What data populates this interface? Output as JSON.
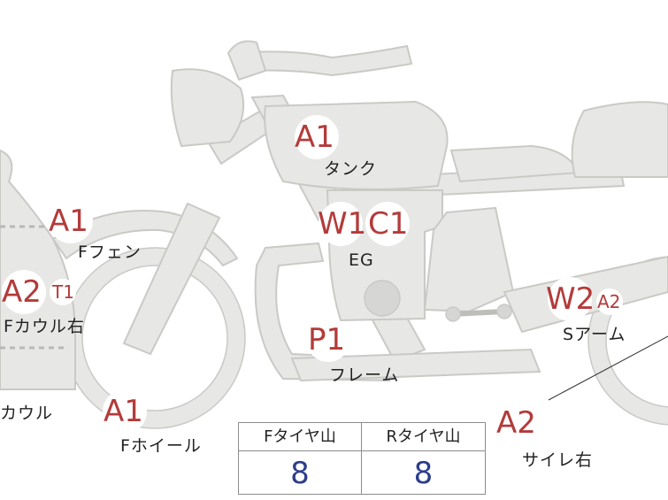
{
  "markers": [
    {
      "id": "tank",
      "code": "A1",
      "label": "タンク"
    },
    {
      "id": "ffender",
      "code": "A1",
      "label": "Fフェン"
    },
    {
      "id": "engine-w",
      "code": "W1",
      "label": "EG"
    },
    {
      "id": "engine-c",
      "code": "C1",
      "label": ""
    },
    {
      "id": "fcowl-r",
      "code": "A2",
      "label": "Fカウル右"
    },
    {
      "id": "fcowl-r-t",
      "code": "T1",
      "label": ""
    },
    {
      "id": "frame",
      "code": "P1",
      "label": "フレーム"
    },
    {
      "id": "swingarm-w",
      "code": "W2",
      "label": "Sアーム"
    },
    {
      "id": "swingarm-a",
      "code": "A2",
      "label": ""
    },
    {
      "id": "fwheel",
      "code": "A1",
      "label": "Fホイール"
    },
    {
      "id": "muffler-r",
      "code": "A2",
      "label": "サイレ右"
    },
    {
      "id": "cowl-cut",
      "code": "",
      "label": "カウル"
    }
  ],
  "tire_table": {
    "front_header": "Fタイヤ山",
    "rear_header": "Rタイヤ山",
    "front_value": "8",
    "rear_value": "8"
  }
}
